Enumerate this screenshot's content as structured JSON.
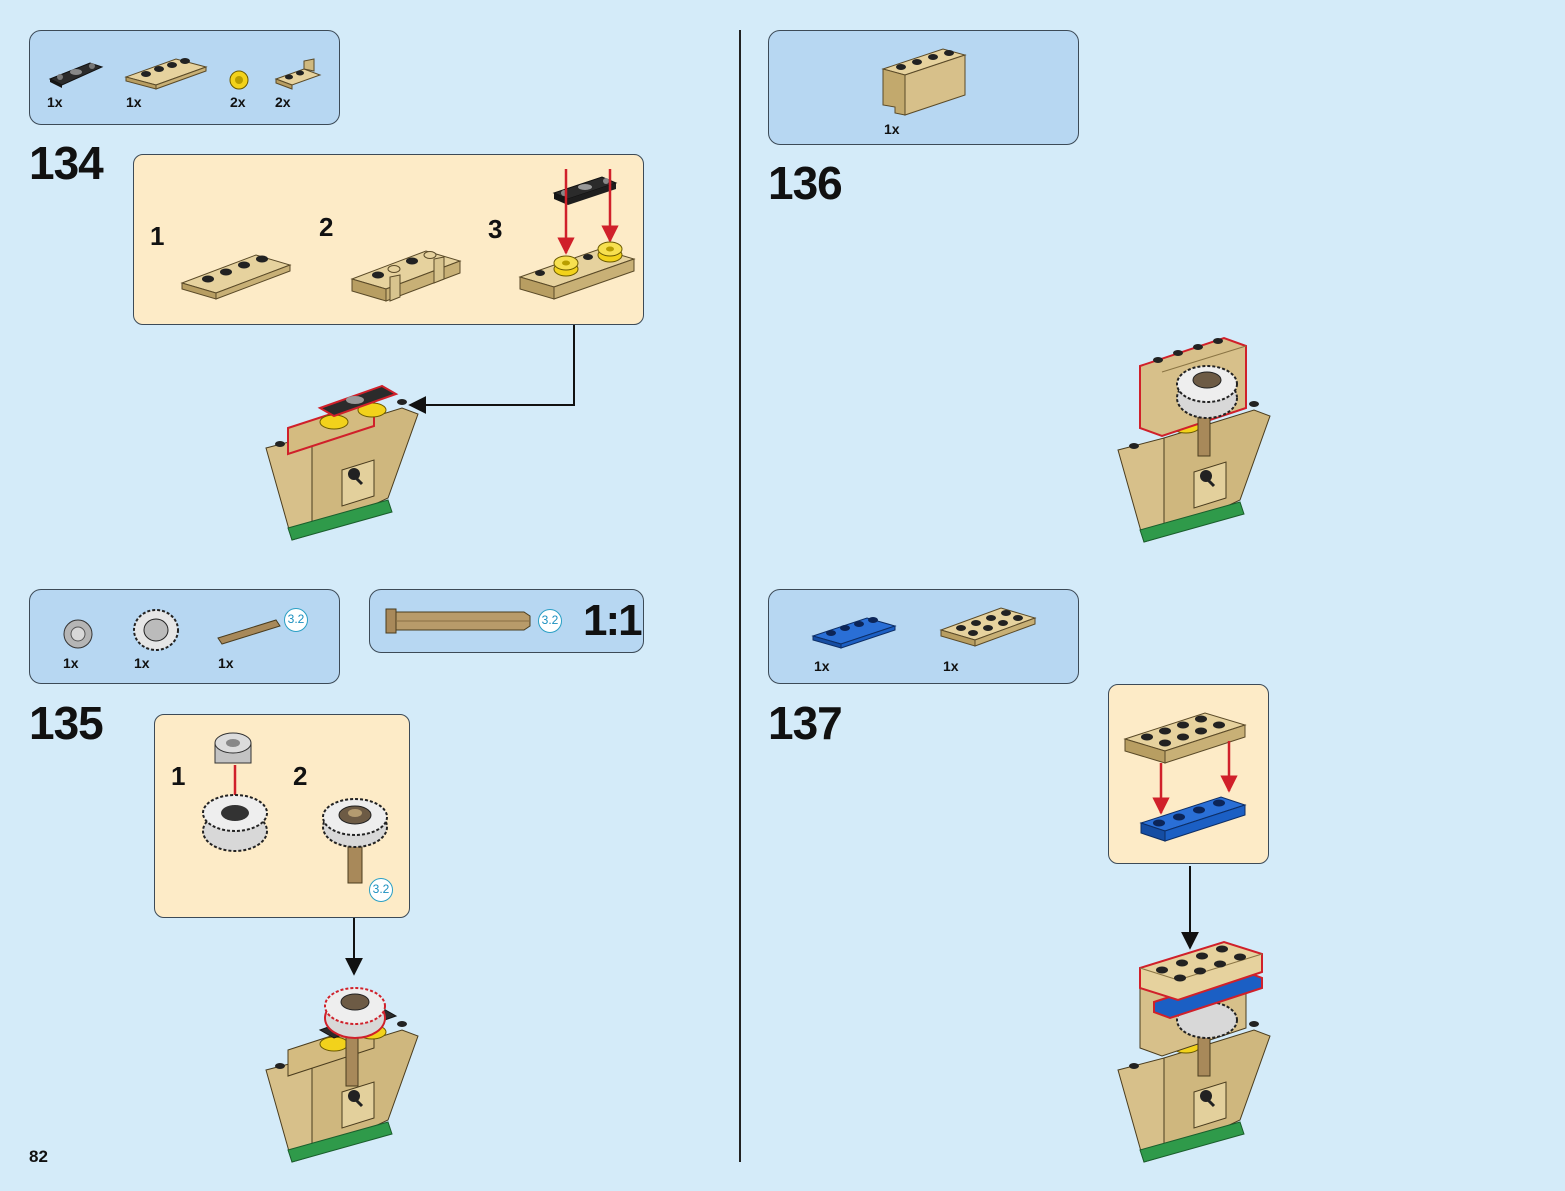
{
  "page": {
    "number": "82"
  },
  "colors": {
    "background": "#d4ebf9",
    "parts_box": "#b7d7f2",
    "subassembly_box": "#fdebc7",
    "tan": "#d7c08a",
    "green": "#2f9a4a",
    "yellow": "#f2d21b",
    "blue": "#1b5fc4",
    "dark_grey": "#2b2b2b",
    "arrow_red": "#d0202a",
    "highlight_outline": "#d0202a",
    "length_badge": "#1a8fbf"
  },
  "step134": {
    "number": "134",
    "parts": [
      {
        "qty": "1x",
        "icon": "black-technic-beam-icon"
      },
      {
        "qty": "1x",
        "icon": "tan-plate-1x4-icon"
      },
      {
        "qty": "2x",
        "icon": "yellow-bush-icon"
      },
      {
        "qty": "2x",
        "icon": "tan-bracket-plate-icon"
      }
    ],
    "substeps": [
      "1",
      "2",
      "3"
    ]
  },
  "step135": {
    "number": "135",
    "parts": [
      {
        "qty": "1x",
        "icon": "grey-wheel-hub-icon"
      },
      {
        "qty": "1x",
        "icon": "black-tire-icon"
      },
      {
        "qty": "1x",
        "icon": "tan-axle-icon",
        "badge": "3.2"
      }
    ],
    "scale": {
      "text": "1:1",
      "badge": "3.2"
    },
    "substeps": [
      "1",
      "2"
    ],
    "sub_badge": "3.2"
  },
  "step136": {
    "number": "136",
    "parts": [
      {
        "qty": "1x",
        "icon": "tan-panel-1x4-icon"
      }
    ]
  },
  "step137": {
    "number": "137",
    "parts": [
      {
        "qty": "1x",
        "icon": "blue-plate-1x4-icon"
      },
      {
        "qty": "1x",
        "icon": "tan-plate-2x4-icon"
      }
    ]
  }
}
